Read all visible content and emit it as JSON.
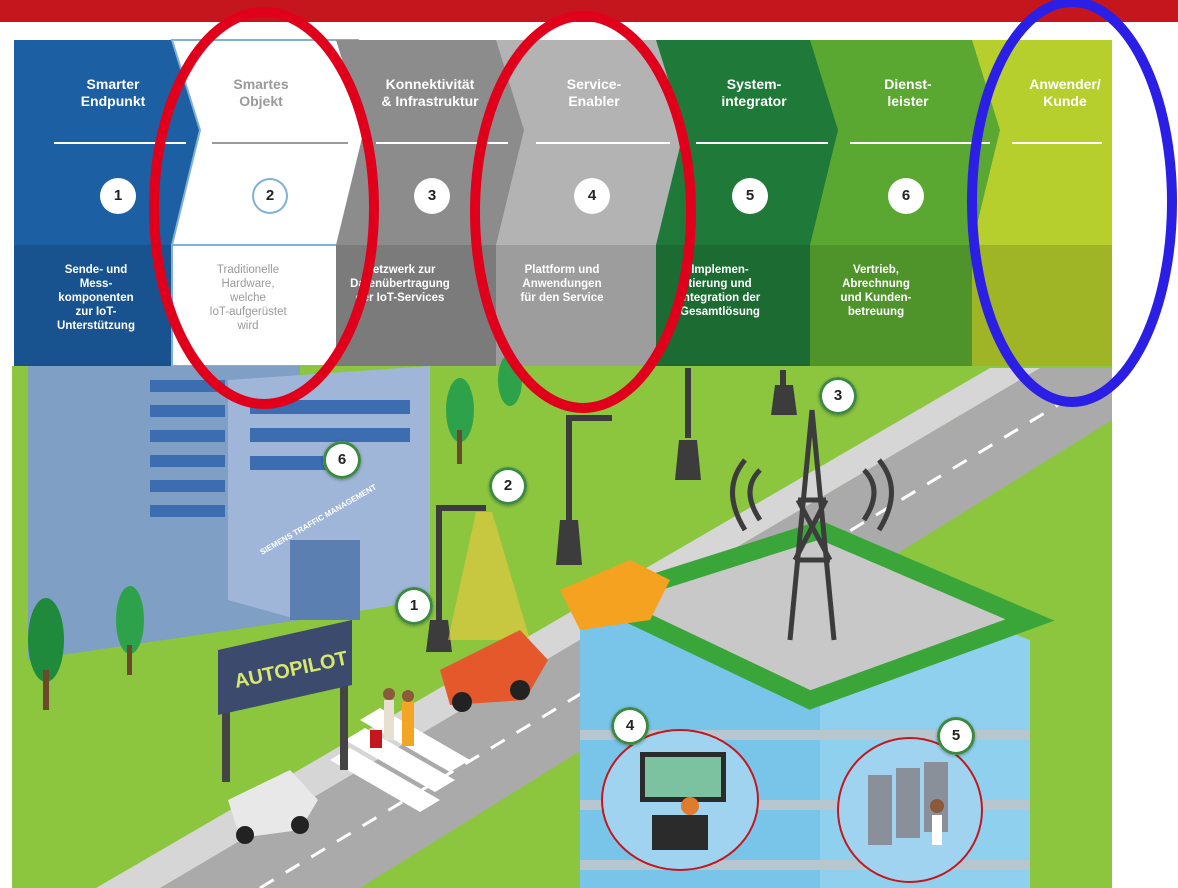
{
  "stages": [
    {
      "number": "1",
      "title": "Smarter\nEndpunkt",
      "description": "Sende- und\nMess-\nkomponenten\nzur IoT-\nUnterstützung",
      "color": "#1d5fa3"
    },
    {
      "number": "2",
      "title": "Smartes\nObjekt",
      "description": "Traditionelle\nHardware,\nwelche\nIoT-aufgerüstet\nwird",
      "color": "#ffffff"
    },
    {
      "number": "3",
      "title": "Konnektivität\n& Infrastruktur",
      "description": "Netzwerk zur\nDatenübertragung\nder IoT-Services",
      "color": "#8c8c8c"
    },
    {
      "number": "4",
      "title": "Service-\nEnabler",
      "description": "Plattform und\nAnwendungen\nfür den Service",
      "color": "#b3b3b3"
    },
    {
      "number": "5",
      "title": "System-\nintegrator",
      "description": "Implemen-\ntierung und\nIntegration der\nGesamtlösung",
      "color": "#1f7a3a"
    },
    {
      "number": "6",
      "title": "Dienst-\nleister",
      "description": "Vertrieb,\nAbrechnung\nund Kunden-\nbetreuung",
      "color": "#5aa832"
    },
    {
      "number": "",
      "title": "Anwender/\nKunde",
      "description": "",
      "color": "#b7cf2c"
    }
  ],
  "illustration": {
    "building_sign": "SIEMENS TRAFFIC MANAGEMENT",
    "gate_sign": "AUTOPILOT",
    "markers": [
      "1",
      "2",
      "3",
      "4",
      "5",
      "6"
    ]
  },
  "colors": {
    "top_bar": "#c4161c",
    "grass": "#8cc63f",
    "road": "#a9a9a9",
    "highlight_red": "#e0001b",
    "highlight_blue": "#2b1fe6"
  }
}
